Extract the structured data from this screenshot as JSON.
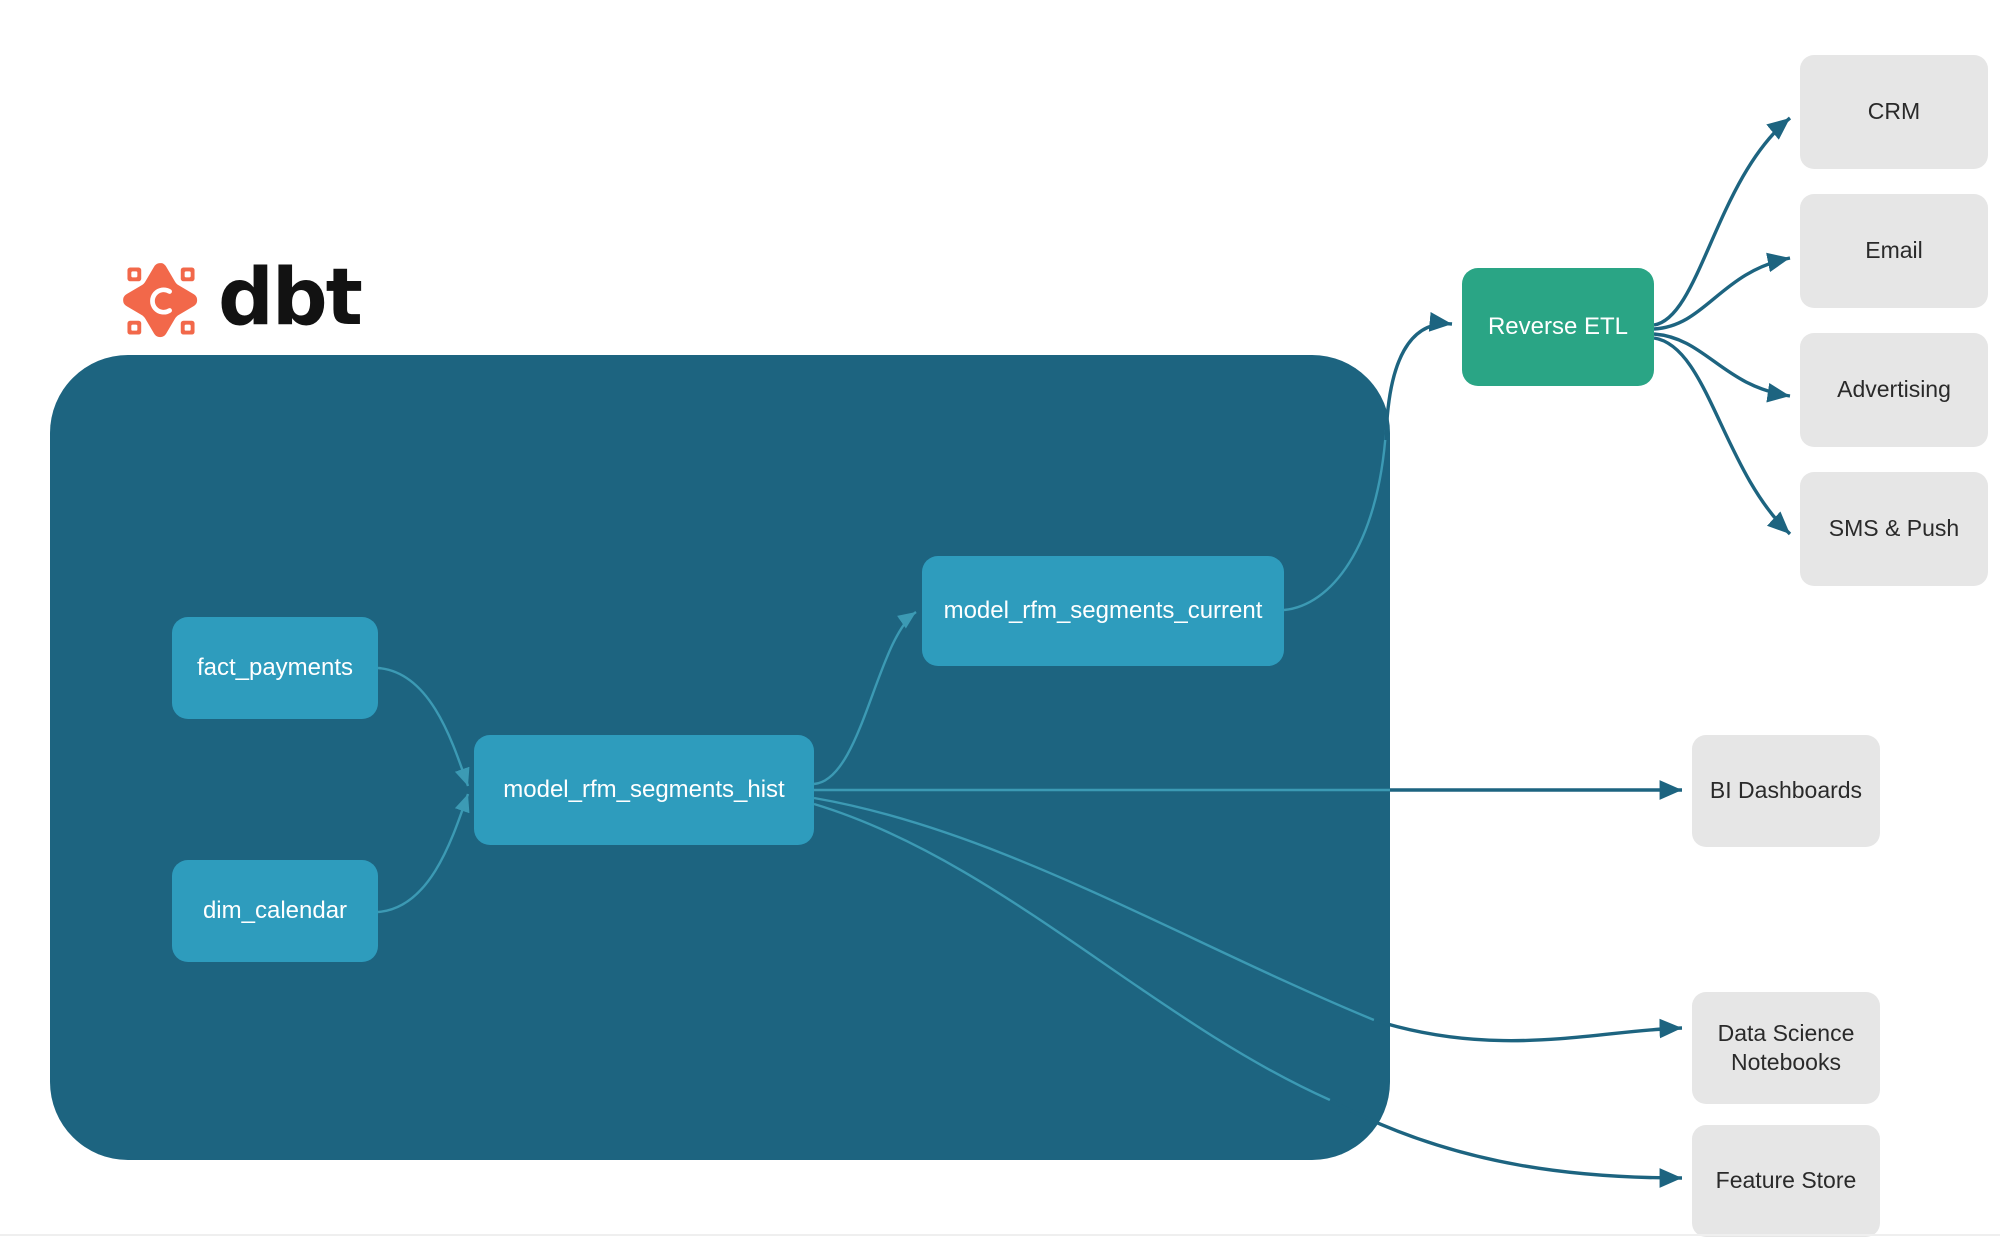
{
  "brand": {
    "logo_icon": "dbt-logo-icon",
    "wordmark": "dbt",
    "logo_color": "#F2684A",
    "wordmark_color": "#121212"
  },
  "colors": {
    "warehouse": "#1D6480",
    "model_node": "#2E9CBD",
    "etl_node": "#2AA585",
    "destination_node": "#E6E6E6",
    "edge_inner": "#3C9AB4",
    "edge_outer": "#1D6480",
    "canvas": "#FFFFFF"
  },
  "warehouse": {
    "name": "dbt-warehouse-container",
    "models": [
      {
        "id": "fact_payments",
        "label": "fact_payments"
      },
      {
        "id": "dim_calendar",
        "label": "dim_calendar"
      },
      {
        "id": "model_rfm_segments_hist",
        "label": "model_rfm_segments_hist"
      },
      {
        "id": "model_rfm_segments_current",
        "label": "model_rfm_segments_current"
      }
    ]
  },
  "activation": {
    "etl": {
      "id": "reverse_etl",
      "label": "Reverse ETL"
    },
    "destinations": [
      {
        "id": "crm",
        "label": "CRM"
      },
      {
        "id": "email",
        "label": "Email"
      },
      {
        "id": "advertising",
        "label": "Advertising"
      },
      {
        "id": "sms_push",
        "label": "SMS & Push"
      }
    ]
  },
  "analytics": {
    "destinations": [
      {
        "id": "bi_dashboards",
        "label": "BI Dashboards"
      },
      {
        "id": "data_science_notebooks",
        "label": "Data Science\nNotebooks",
        "line1": "Data Science",
        "line2": "Notebooks"
      },
      {
        "id": "feature_store",
        "label": "Feature Store"
      }
    ]
  },
  "chart_data": {
    "type": "diagram",
    "title": "dbt RFM segments lineage and activation",
    "nodes": [
      {
        "id": "fact_payments",
        "label": "fact_payments",
        "group": "dbt-warehouse",
        "kind": "source-model"
      },
      {
        "id": "dim_calendar",
        "label": "dim_calendar",
        "group": "dbt-warehouse",
        "kind": "source-model"
      },
      {
        "id": "model_rfm_segments_hist",
        "label": "model_rfm_segments_hist",
        "group": "dbt-warehouse",
        "kind": "model"
      },
      {
        "id": "model_rfm_segments_current",
        "label": "model_rfm_segments_current",
        "group": "dbt-warehouse",
        "kind": "model"
      },
      {
        "id": "reverse_etl",
        "label": "Reverse ETL",
        "group": "activation",
        "kind": "service"
      },
      {
        "id": "crm",
        "label": "CRM",
        "group": "activation",
        "kind": "destination"
      },
      {
        "id": "email",
        "label": "Email",
        "group": "activation",
        "kind": "destination"
      },
      {
        "id": "advertising",
        "label": "Advertising",
        "group": "activation",
        "kind": "destination"
      },
      {
        "id": "sms_push",
        "label": "SMS & Push",
        "group": "activation",
        "kind": "destination"
      },
      {
        "id": "bi_dashboards",
        "label": "BI Dashboards",
        "group": "analytics",
        "kind": "destination"
      },
      {
        "id": "data_science_notebooks",
        "label": "Data Science Notebooks",
        "group": "analytics",
        "kind": "destination"
      },
      {
        "id": "feature_store",
        "label": "Feature Store",
        "group": "analytics",
        "kind": "destination"
      }
    ],
    "edges": [
      {
        "from": "fact_payments",
        "to": "model_rfm_segments_hist"
      },
      {
        "from": "dim_calendar",
        "to": "model_rfm_segments_hist"
      },
      {
        "from": "model_rfm_segments_hist",
        "to": "model_rfm_segments_current"
      },
      {
        "from": "model_rfm_segments_current",
        "to": "reverse_etl"
      },
      {
        "from": "reverse_etl",
        "to": "crm"
      },
      {
        "from": "reverse_etl",
        "to": "email"
      },
      {
        "from": "reverse_etl",
        "to": "advertising"
      },
      {
        "from": "reverse_etl",
        "to": "sms_push"
      },
      {
        "from": "model_rfm_segments_hist",
        "to": "bi_dashboards"
      },
      {
        "from": "model_rfm_segments_hist",
        "to": "data_science_notebooks"
      },
      {
        "from": "model_rfm_segments_hist",
        "to": "feature_store"
      }
    ]
  }
}
